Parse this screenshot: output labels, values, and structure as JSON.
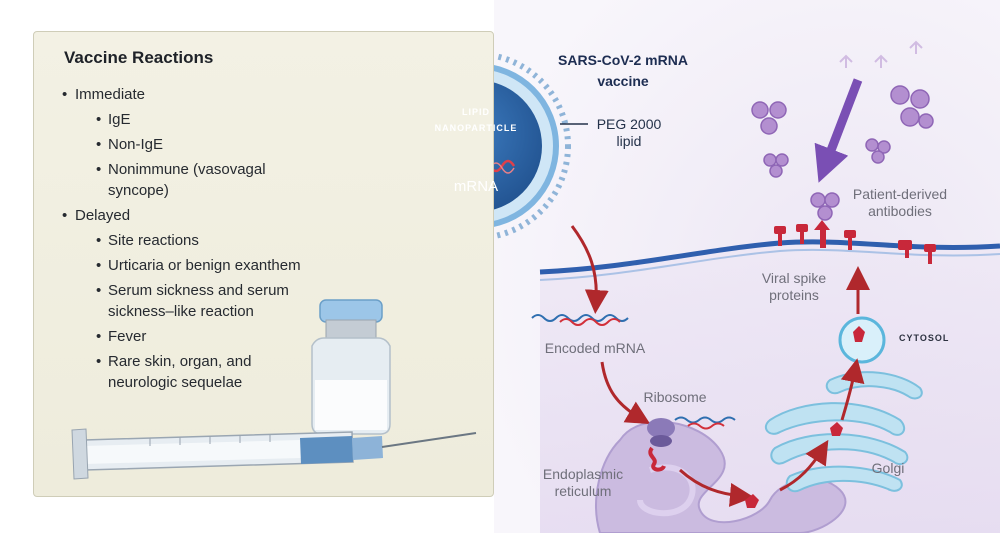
{
  "reactions_panel": {
    "title": "Vaccine Reactions",
    "items": [
      {
        "level": 1,
        "text": "Immediate"
      },
      {
        "level": 2,
        "text": "IgE"
      },
      {
        "level": 2,
        "text": "Non-IgE"
      },
      {
        "level": 2,
        "text": "Nonimmune (vasovagal syncope)"
      },
      {
        "level": 1,
        "text": "Delayed"
      },
      {
        "level": 2,
        "text": "Site reactions"
      },
      {
        "level": 2,
        "text": "Urticaria or benign exanthem"
      },
      {
        "level": 2,
        "text": "Serum sickness and serum sickness–like reaction"
      },
      {
        "level": 2,
        "text": "Fever"
      },
      {
        "level": 2,
        "text": "Rare skin, organ, and neurologic sequelae"
      }
    ]
  },
  "diagram": {
    "vaccine_title_line1": "SARS-CoV-2 mRNA",
    "vaccine_title_line2": "vaccine",
    "nanoparticle_line1": "LIPID",
    "nanoparticle_line2": "NANOPARTICLE",
    "mrna_core": "mRNA",
    "peg_line1": "PEG 2000",
    "peg_line2": "lipid",
    "encoded_mrna": "Encoded mRNA",
    "ribosome": "Ribosome",
    "er_line1": "Endoplasmic",
    "er_line2": "reticulum",
    "golgi": "Golgi",
    "cytosol": "CYTOSOL",
    "spike_line1": "Viral spike",
    "spike_line2": "proteins",
    "antibodies_line1": "Patient-derived",
    "antibodies_line2": "antibodies"
  },
  "colors": {
    "panel_bg": "#f0eee0",
    "nanoparticle_blue": "#2f6fb0",
    "membrane_blue": "#3c6fb8",
    "arrow_red": "#b0282c",
    "antibody_purple": "#9b6fb8",
    "spike_red": "#c8283a",
    "er_lavender": "#c9b8dc",
    "golgi_blue": "#b9dff0"
  }
}
